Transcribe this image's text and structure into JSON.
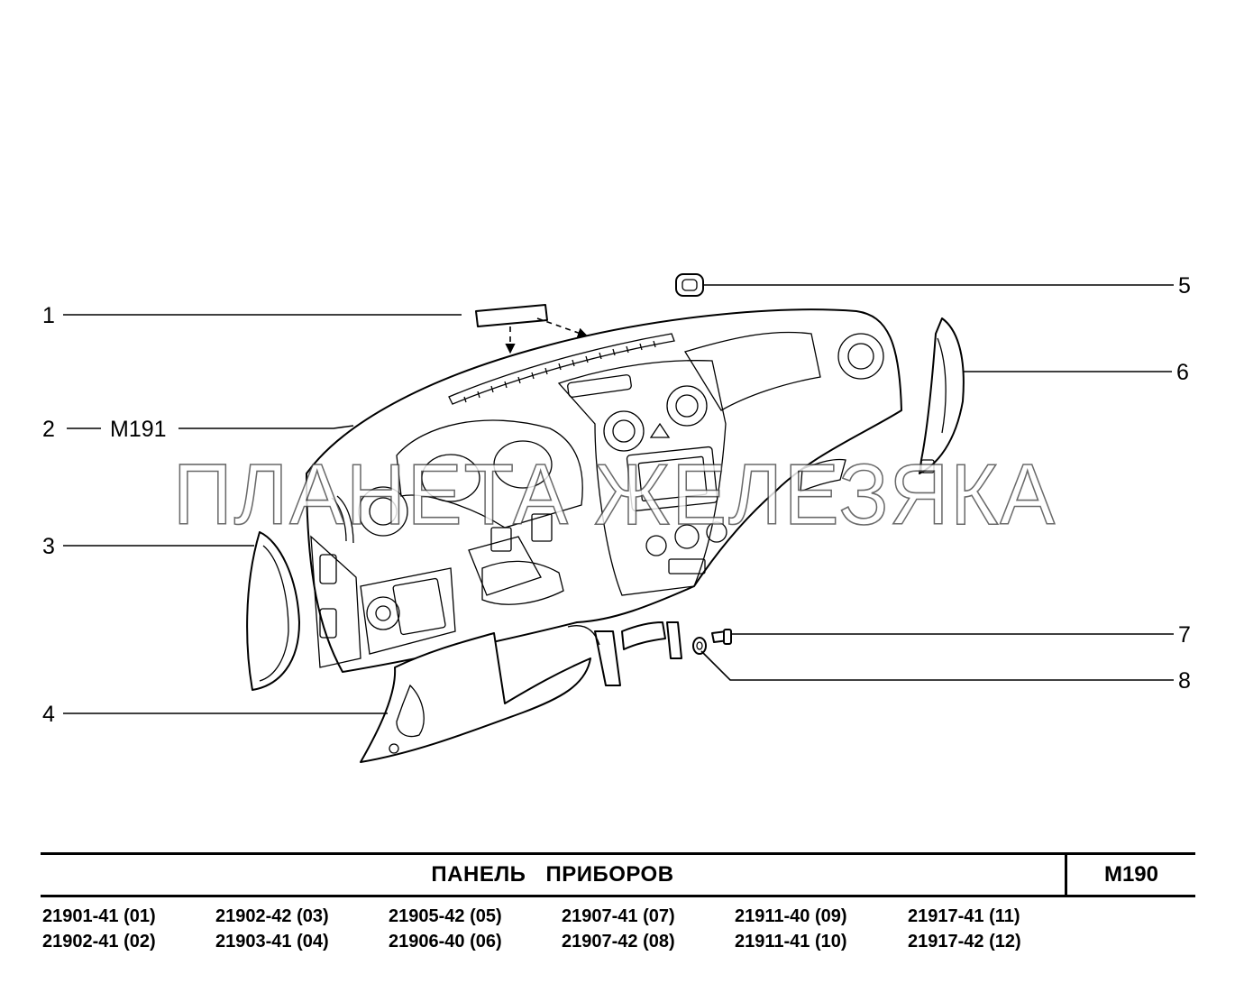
{
  "diagram": {
    "callouts": [
      {
        "num": "1",
        "ref": ""
      },
      {
        "num": "2",
        "ref": "M191"
      },
      {
        "num": "3",
        "ref": ""
      },
      {
        "num": "4",
        "ref": ""
      },
      {
        "num": "5",
        "ref": ""
      },
      {
        "num": "6",
        "ref": ""
      },
      {
        "num": "7",
        "ref": ""
      },
      {
        "num": "8",
        "ref": ""
      }
    ],
    "watermark": "ПЛАНЕТА ЖЕЛЕЗЯКА"
  },
  "footer": {
    "title_word1": "ПАНЕЛЬ",
    "title_word2": "ПРИБОРОВ",
    "code": "M190",
    "variants": [
      "21901-41 (01)",
      "21902-42 (03)",
      "21905-42 (05)",
      "21907-41 (07)",
      "21911-40 (09)",
      "21917-41 (11)",
      "21902-41 (02)",
      "21903-41 (04)",
      "21906-40 (06)",
      "21907-42 (08)",
      "21911-41 (10)",
      "21917-42 (12)"
    ]
  }
}
